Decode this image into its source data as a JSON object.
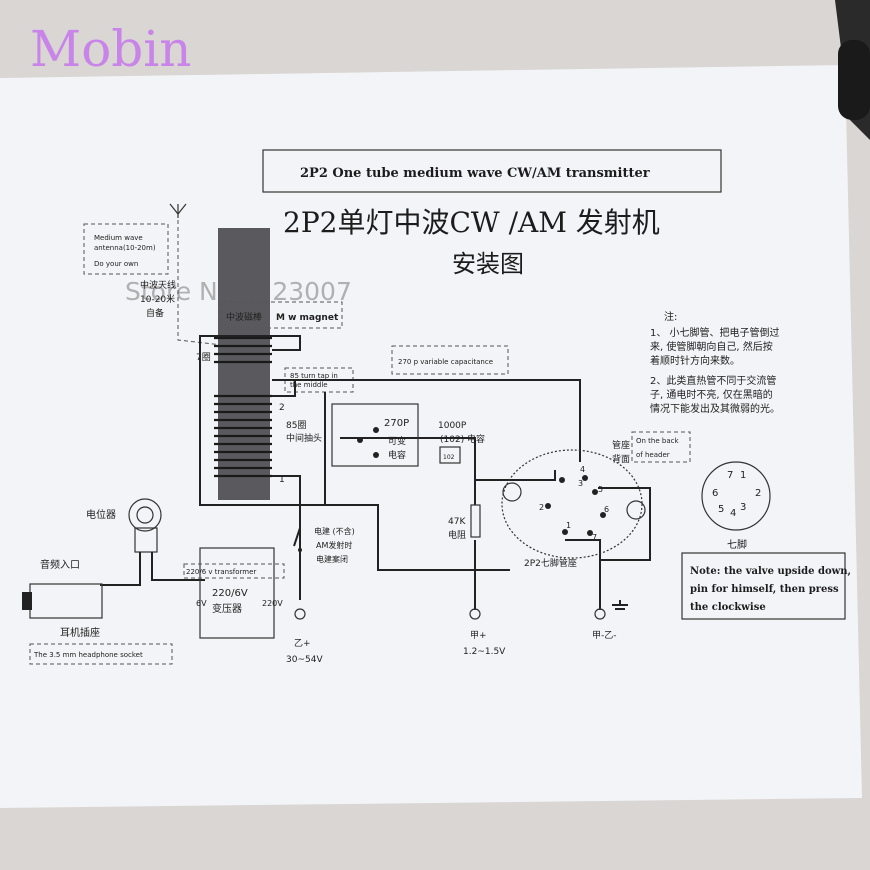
{
  "watermark": {
    "logo": "Mobin",
    "store": "Store No.3523007"
  },
  "title_en": "2P2   One tube medium wave CW/AM   transmitter",
  "title_cn_line1": "2P2单灯中波CW /AM 发射机",
  "title_cn_line2": "安装图",
  "antenna": {
    "note_line1": "Medium wave",
    "note_line2": "antenna(10-20m)",
    "note_line3": "Do your own",
    "cn_line1": "中波天线",
    "cn_line2": "10-20米",
    "cn_line3": "自备"
  },
  "magnet": {
    "cn": "中波磁棒",
    "en": "M w magnet"
  },
  "coil": {
    "turns7": "7圈",
    "tap_note_line1": "85 turn tap in",
    "tap_note_line2": "the middle",
    "tap_cn_line1": "85圈",
    "tap_cn_line2": "中间抽头",
    "pin1": "1",
    "pin2": "2"
  },
  "cap_var": {
    "note": "270 p variable capacitance",
    "line1": "270P",
    "line2": "可变",
    "line3": "电容"
  },
  "cap_fixed": {
    "line1": "1000P",
    "line2": "(102) 电容",
    "code": "102"
  },
  "resistor": {
    "line1": "47K",
    "line2": "电阻"
  },
  "socket": {
    "label": "2P2七脚管座",
    "pins": [
      "1",
      "2",
      "3",
      "4",
      "5",
      "6",
      "7"
    ],
    "back_cn_line1": "管座",
    "back_cn_line2": "背面",
    "back_en_line1": "On the back",
    "back_en_line2": "of header"
  },
  "seven_pin": {
    "pins": [
      "1",
      "2",
      "3",
      "4",
      "5",
      "6",
      "7"
    ],
    "label": "七脚"
  },
  "notes": {
    "header": "注:",
    "line1": "1、 小七脚管、把电子管倒过",
    "line2": "来, 使管脚朝向自己, 然后按",
    "line3": "着顺时针方向来数。",
    "line4": "2、此类直热管不同于交流管",
    "line5": "子, 通电时不亮, 仅在黑暗的",
    "line6": "情况下能发出及其微弱的光。"
  },
  "note_en": {
    "line1": "Note: the valve upside down,",
    "line2": "pin for himself, then press",
    "line3": "the clockwise"
  },
  "key": {
    "line1": "电建 (不含)",
    "line2": "AM发射时",
    "line3": "电建案闭"
  },
  "pot": {
    "label": "电位器"
  },
  "audio_in": {
    "label": "音频入口"
  },
  "headphone": {
    "cn": "耳机插座",
    "en": "The 3.5 mm headphone socket"
  },
  "transformer": {
    "note": "220/6 v transformer",
    "line1": "220/6V",
    "line2": "变压器",
    "side_left": "6V",
    "side_right": "220V"
  },
  "supplies": {
    "b_plus": "乙+",
    "b_plus_volt": "30~54V",
    "a_plus": "甲+",
    "a_plus_volt": "1.2~1.5V",
    "common": "甲-乙-"
  }
}
